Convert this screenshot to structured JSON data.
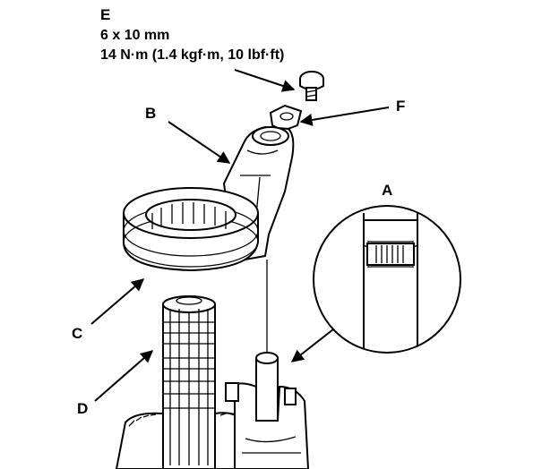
{
  "callouts": {
    "A": "A",
    "B": "B",
    "C": "C",
    "D": "D",
    "E": "E",
    "F": "F"
  },
  "bolt_spec": {
    "size": "6 x 10 mm",
    "torque": "14 N·m (1.4 kgf·m, 10 lbf·ft)"
  },
  "colors": {
    "ink": "#000000",
    "paper": "#ffffff",
    "shade": "#c8c8c8"
  }
}
